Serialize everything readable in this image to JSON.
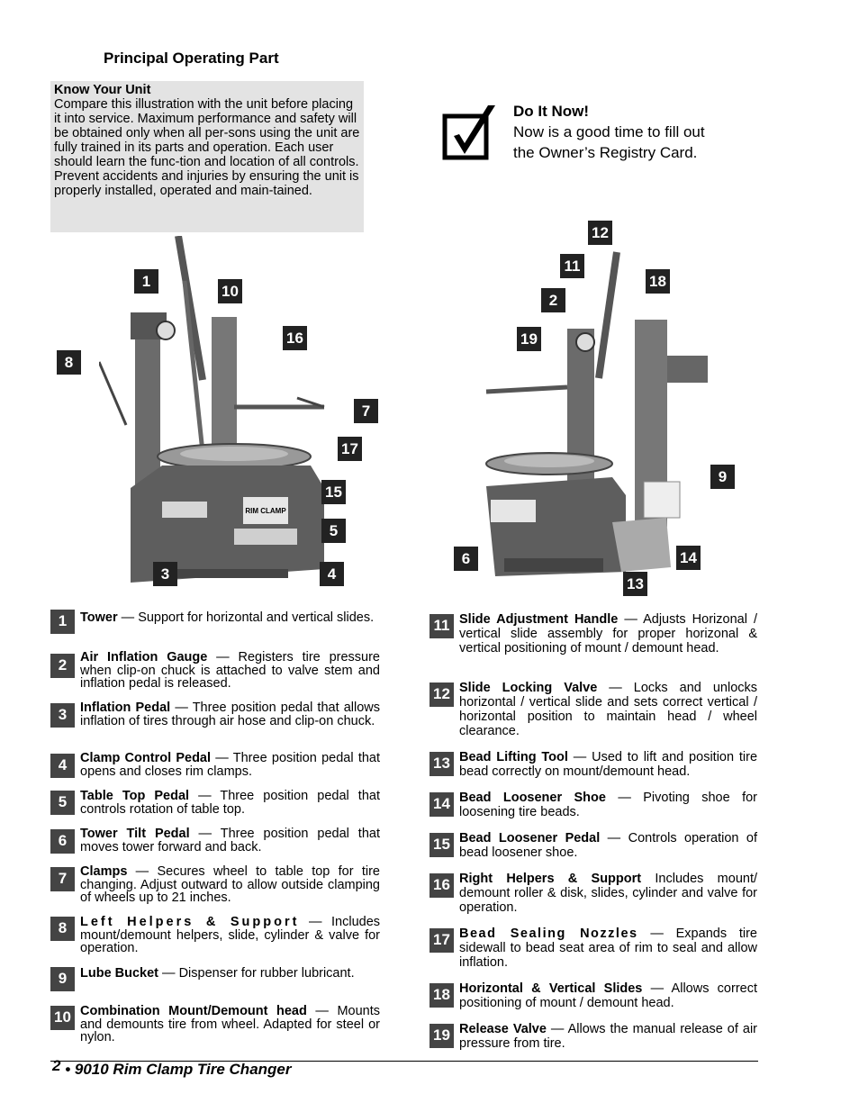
{
  "heading": "Principal Operating Part",
  "know_unit": {
    "title": "Know Your Unit",
    "p1": "Compare this illustration with the unit before placing it into  service.  Maximum performance and safety will be obtained only when all per-sons using the unit are fully trained in its parts and operation.  Each user should learn the func-tion and location of all controls.",
    "p2": "Prevent accidents and injuries by ensuring the unit is properly installed, operated and main-tained."
  },
  "do_it_now": {
    "title": "Do It Now!",
    "text": "Now is a good time to fill out the Owner’s Registry Card."
  },
  "callouts_left": [
    "1",
    "10",
    "8",
    "16",
    "7",
    "17",
    "15",
    "5",
    "3",
    "4"
  ],
  "callouts_right": [
    "12",
    "11",
    "18",
    "2",
    "19",
    "9",
    "6",
    "14",
    "13"
  ],
  "parts_left": [
    {
      "num": "1",
      "name": "Tower",
      "sep": " — ",
      "desc": "Support for horizontal and vertical slides."
    },
    {
      "num": "2",
      "name": "Air Inflation Gauge",
      "sep": " — ",
      "desc": "Registers tire pressure when clip-on chuck is attached to valve stem and inflation pedal is released."
    },
    {
      "num": "3",
      "name": "Inflation Pedal",
      "sep": " — ",
      "desc": "Three position pedal that allows inflation of tires through air hose and clip-on chuck."
    },
    {
      "num": "4",
      "name": "Clamp Control Pedal",
      "sep": " — ",
      "desc": "Three position pedal that opens and closes rim clamps."
    },
    {
      "num": "5",
      "name": "Table Top Pedal",
      "sep": " — ",
      "desc": "Three position pedal that controls rotation of table top."
    },
    {
      "num": "6",
      "name": "Tower Tilt Pedal",
      "sep": " — ",
      "desc": "Three position pedal that moves tower forward and back."
    },
    {
      "num": "7",
      "name": "Clamps",
      "sep": " — ",
      "desc": "Secures wheel to table top for tire changing.  Adjust outward to allow outside clamping of wheels up to 21 inches."
    },
    {
      "num": "8",
      "name": "Left Helpers & Support",
      "sep": " — ",
      "desc": "Includes mount/demount helpers, slide, cylinder & valve for operation."
    },
    {
      "num": "9",
      "name": "Lube Bucket",
      "sep": " — ",
      "desc": "Dispenser for rubber lubricant."
    },
    {
      "num": "10",
      "name": "Combination Mount/Demount head",
      "sep": " — ",
      "desc": "Mounts and demounts tire from wheel.  Adapted for steel or nylon."
    }
  ],
  "parts_right": [
    {
      "num": "11",
      "name": "Slide Adjustment Handle",
      "sep": " — ",
      "desc": "Adjusts Horizonal / vertical slide assembly for proper horizonal & vertical positioning of mount / demount head."
    },
    {
      "num": "12",
      "name": "Slide Locking Valve",
      "sep": " — ",
      "desc": "Locks and unlocks horizontal / vertical slide and sets correct vertical / horizontal position to maintain head / wheel clearance."
    },
    {
      "num": "13",
      "name": "Bead Lifting Tool",
      "sep": " — ",
      "desc": "Used to lift and position tire bead correctly on mount/demount head."
    },
    {
      "num": "14",
      "name": "Bead Loosener Shoe",
      "sep": " — ",
      "desc": "Pivoting shoe for loosening tire beads."
    },
    {
      "num": "15",
      "name": "Bead Loosener Pedal",
      "sep": " — ",
      "desc": "Controls operation of bead loosener shoe."
    },
    {
      "num": "16",
      "name": "Right Helpers & Support",
      "sep": " ",
      "desc": "Includes mount/ demount roller & disk, slides, cylinder and valve for operation."
    },
    {
      "num": "17",
      "name": "Bead Sealing Nozzles",
      "sep": " — ",
      "desc": "Expands tire sidewall to bead seat area of rim to seal and allow inflation."
    },
    {
      "num": "18",
      "name": "Horizontal & Vertical Slides",
      "sep": " — ",
      "desc": "Allows correct positioning of mount / demount head."
    },
    {
      "num": "19",
      "name": "Release Valve",
      "sep": " — ",
      "desc": "Allows the manual release of air pressure from tire."
    }
  ],
  "footer": {
    "page": "2",
    "title": "• 9010 Rim Clamp Tire Changer"
  },
  "machine_label": "RIM CLAMP"
}
